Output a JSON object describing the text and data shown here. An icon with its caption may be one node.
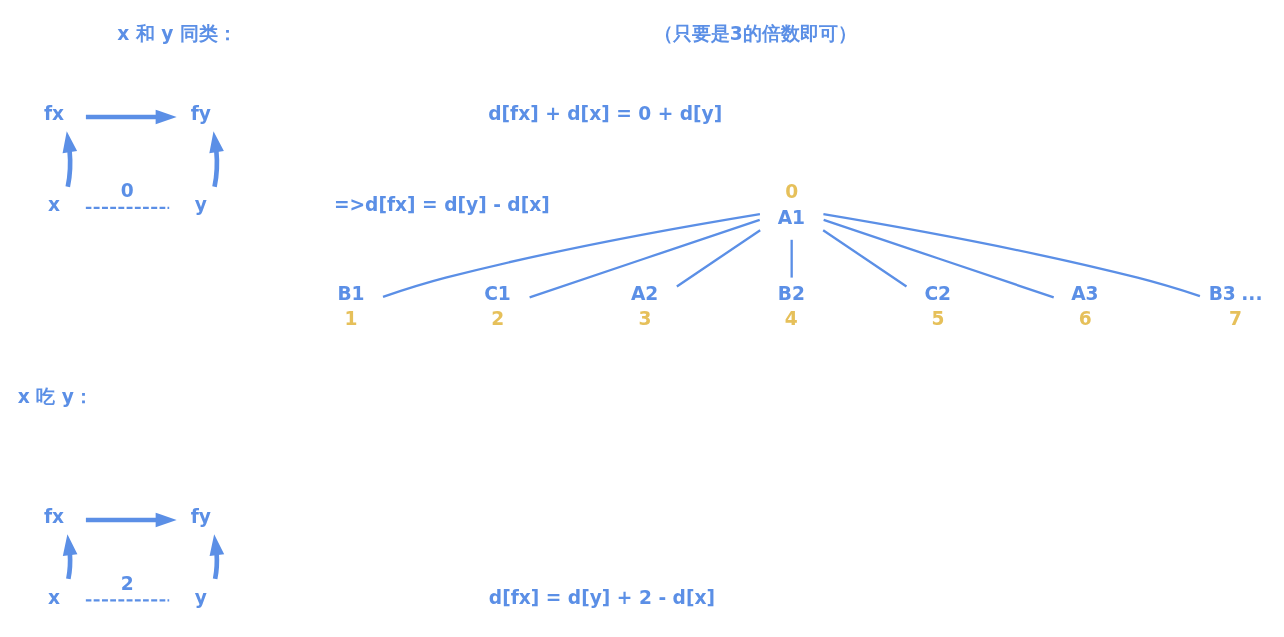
{
  "diagram": {
    "nodes": [
      {
        "text": [
          "fx"
        ]
      },
      {
        "text": [
          "fy"
        ]
      },
      {
        "text": [
          "x"
        ]
      },
      {
        "text": [
          "y"
        ]
      },
      {
        "text": [
          "fx"
        ]
      },
      {
        "text": [
          "fy"
        ]
      },
      {
        "text": [
          "x"
        ]
      },
      {
        "text": [
          "y"
        ]
      },
      {
        "text": [
          "A1"
        ],
        "beside": [
          "0"
        ]
      },
      {
        "text": [
          "B1"
        ],
        "beside": [
          "1"
        ]
      },
      {
        "text": [
          "C1"
        ],
        "beside": [
          "2"
        ]
      },
      {
        "text": [
          "A2"
        ],
        "beside": [
          "3"
        ]
      },
      {
        "text": [
          "B2"
        ],
        "beside": [
          "4"
        ]
      },
      {
        "text": [
          "C2"
        ],
        "beside": [
          "5"
        ]
      },
      {
        "text": [
          "A3"
        ],
        "beside": [
          "6"
        ]
      },
      {
        "text": [
          "B3"
        ],
        "beside": [
          "...",
          "7"
        ]
      }
    ],
    "edges": [
      {
        "from": 0,
        "to": 1,
        "arrow": "to",
        "style": "thick"
      },
      {
        "from": 2,
        "to": 0,
        "arrow": "to",
        "style": "thick"
      },
      {
        "from": 3,
        "to": 1,
        "arrow": "to",
        "style": "thick"
      },
      {
        "from": 2,
        "to": 3,
        "arrow": "none",
        "style": "dashed",
        "label": "0"
      },
      {
        "from": 4,
        "to": 5,
        "arrow": "to",
        "style": "thick"
      },
      {
        "from": 6,
        "to": 4,
        "arrow": "to",
        "style": "thick"
      },
      {
        "from": 7,
        "to": 5,
        "arrow": "to",
        "style": "thick"
      },
      {
        "from": 6,
        "to": 7,
        "arrow": "none",
        "style": "dashed",
        "label": "2"
      },
      {
        "from": 8,
        "to": 9,
        "arrow": "none"
      },
      {
        "from": 8,
        "to": 10,
        "arrow": "none"
      },
      {
        "from": 8,
        "to": 11,
        "arrow": "none"
      },
      {
        "from": 8,
        "to": 12,
        "arrow": "none"
      },
      {
        "from": 8,
        "to": 13,
        "arrow": "none"
      },
      {
        "from": 8,
        "to": 14,
        "arrow": "none"
      },
      {
        "from": 8,
        "to": 15,
        "arrow": "none"
      }
    ],
    "labels": [
      "x 和 y 同类：",
      "（只要是3的倍数即可）",
      "d[fx] + d[x] = 0 + d[y]",
      "=>d[fx] = d[y] - d[x]",
      "x 吃 y：",
      "d[fx] = d[y] + 2 - d[x]"
    ]
  }
}
